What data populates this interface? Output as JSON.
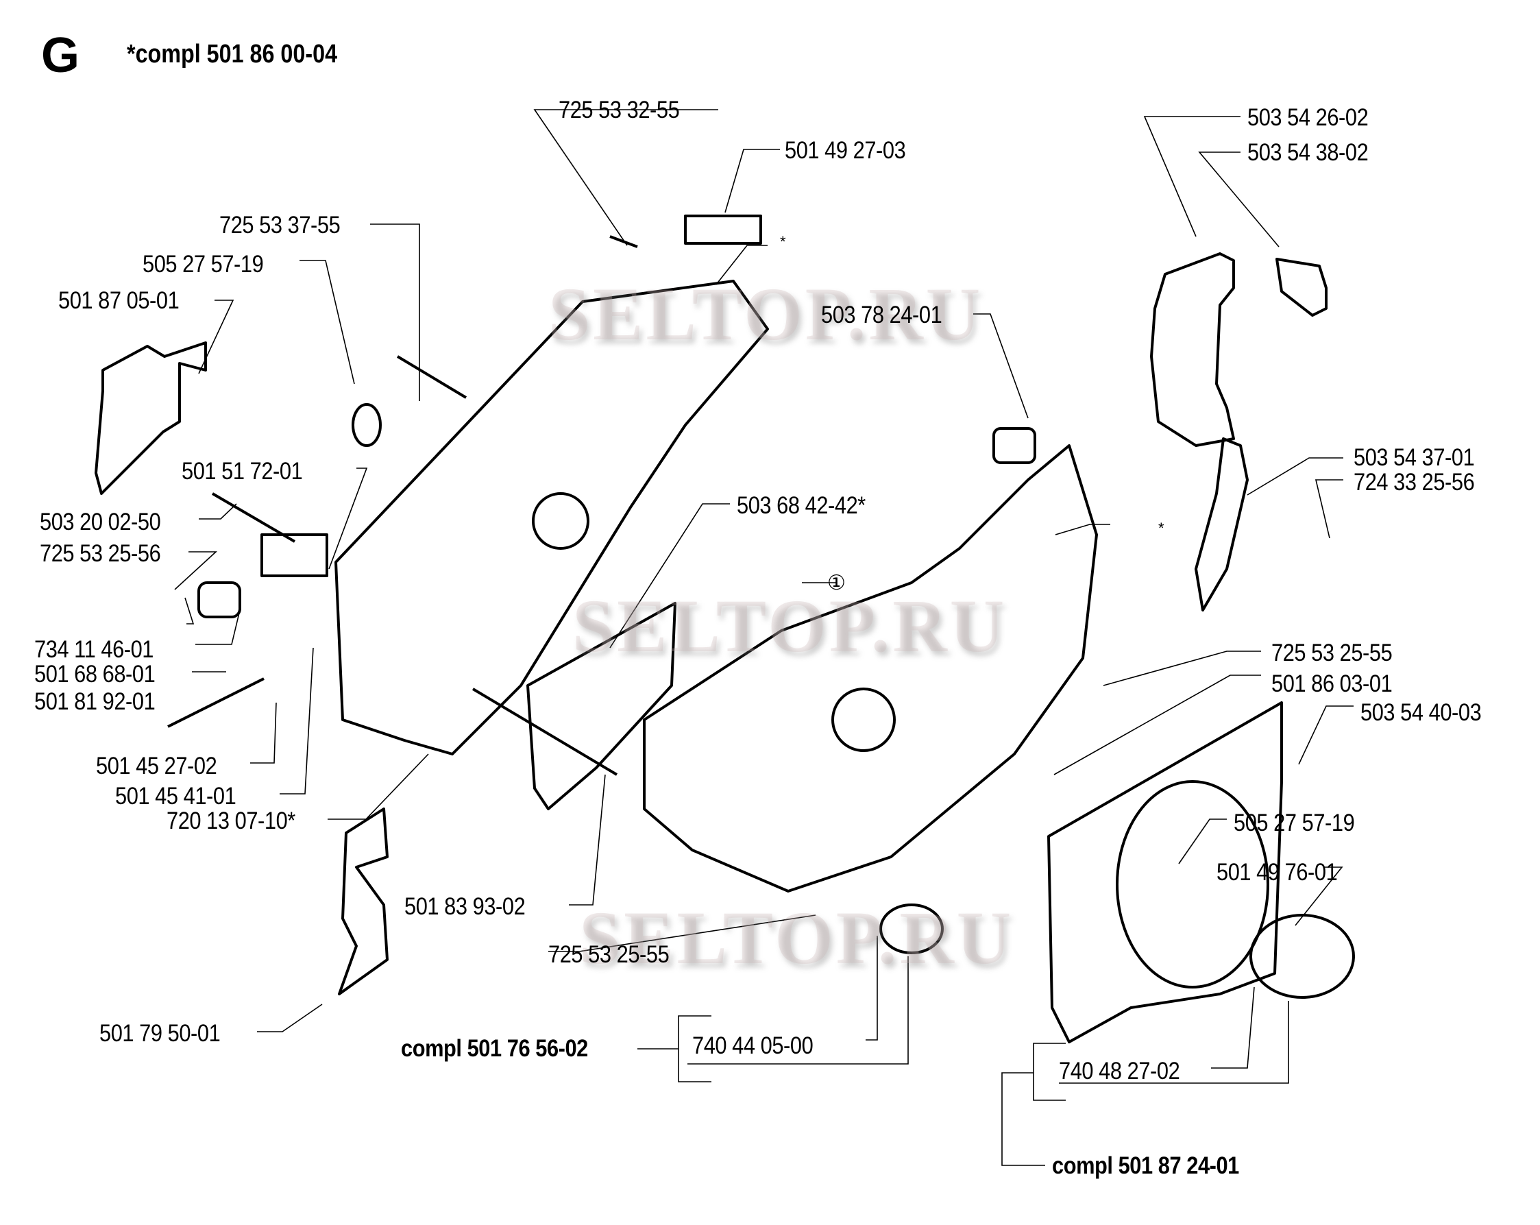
{
  "page": {
    "section_letter": "G",
    "assembly_title": "*compl 501 86 00-04",
    "watermark": "SELTOP.RU"
  },
  "labels": {
    "p725533255": "725 53 32-55",
    "p501492703": "501 49 27-03",
    "p725533755": "725 53 37-55",
    "p505275719a": "505 27 57-19",
    "p501870501": "501 87 05-01",
    "p501517201": "501 51 72-01",
    "p503200250": "503 20 02-50",
    "p725532556": "725 53 25-56",
    "p734114601": "734 11 46-01",
    "p501686801": "501 68 68-01",
    "p501819201": "501 81 92-01",
    "p501452702": "501 45 27-02",
    "p501454101": "501 45 41-01",
    "p720130710": "720 13 07-10*",
    "p501795001": "501 79 50-01",
    "p501839302": "501 83 93-02",
    "p725532555a": "725 53 25-55",
    "compl501765602": "compl 501 76 56-02",
    "p740440500": "740 44 05-00",
    "p503684242": "503 68 42-42*",
    "circle1": "①",
    "p503782401": "503 78 24-01",
    "star_a": "*",
    "star_b": "*",
    "p503542602": "503 54 26-02",
    "p503543802": "503 54 38-02",
    "p503543701": "503 54 37-01",
    "p724332556": "724 33 25-56",
    "p725532555b": "725 53 25-55",
    "p501860301": "501 86 03-01",
    "p503544003": "503 54 40-03",
    "p505275719b": "505 27 57-19",
    "p501497601": "501 49 76-01",
    "p740482702": "740 48 27-02",
    "compl501872401": "compl 501 87 24-01"
  }
}
